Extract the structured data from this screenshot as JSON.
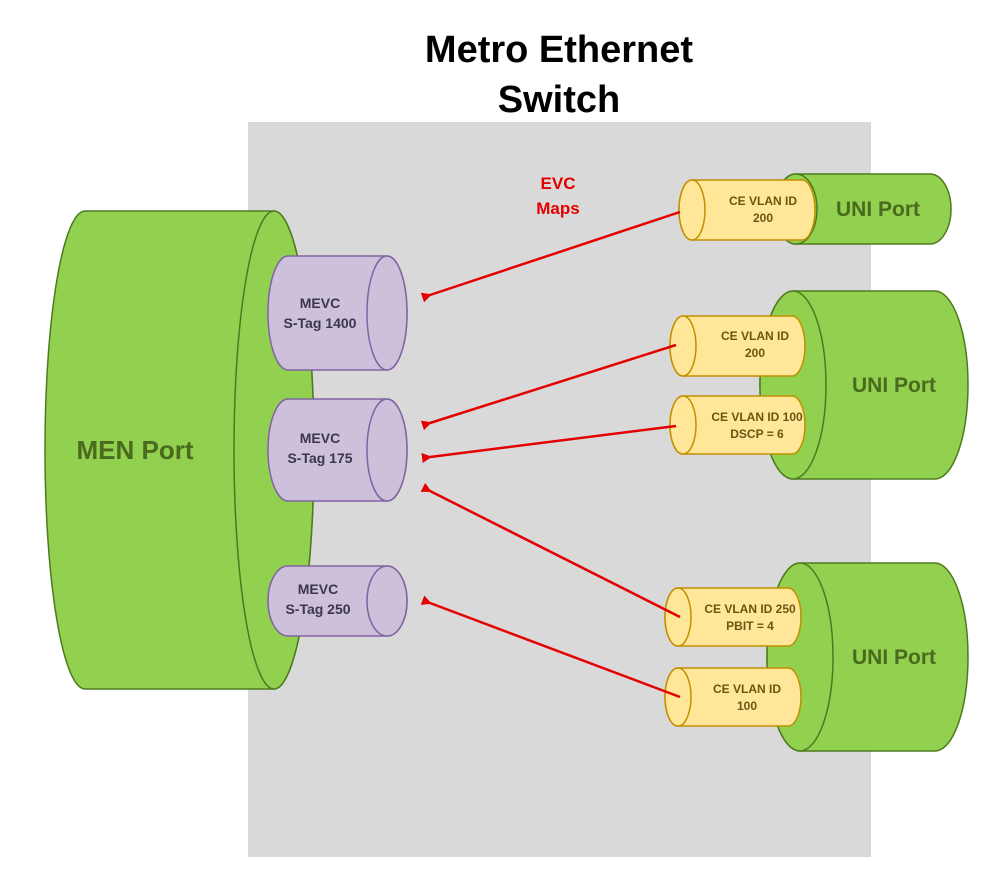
{
  "title": {
    "line1": "Metro Ethernet",
    "line2": "Switch"
  },
  "evc_maps_label": {
    "line1": "EVC",
    "line2": "Maps"
  },
  "men_port": {
    "label": "MEN Port"
  },
  "uni_ports": [
    {
      "label": "UNI Port"
    },
    {
      "label": "UNI Port"
    },
    {
      "label": "UNI Port"
    }
  ],
  "mevcs": [
    {
      "line1": "MEVC",
      "line2": "S-Tag 1400"
    },
    {
      "line1": "MEVC",
      "line2": "S-Tag 175"
    },
    {
      "line1": "MEVC",
      "line2": "S-Tag 250"
    }
  ],
  "ce_vlans": [
    {
      "line1": "CE VLAN ID",
      "line2": "200"
    },
    {
      "line1": "CE VLAN ID",
      "line2": "200"
    },
    {
      "line1": "CE VLAN ID 100",
      "line2": "DSCP = 6"
    },
    {
      "line1": "CE VLAN ID 250",
      "line2": "PBIT = 4"
    },
    {
      "line1": "CE VLAN ID",
      "line2": "100"
    }
  ],
  "colors": {
    "switch_background": "#d9d9d9",
    "green_fill": "#92d050",
    "green_stroke": "#4e7a1f",
    "green_text": "#4a6a1e",
    "purple_fill": "#ccc0da",
    "purple_stroke": "#8064a2",
    "yellow_fill": "#ffe699",
    "yellow_stroke": "#bf9000",
    "arrow": "#e50000",
    "evc_text": "#e50000"
  }
}
